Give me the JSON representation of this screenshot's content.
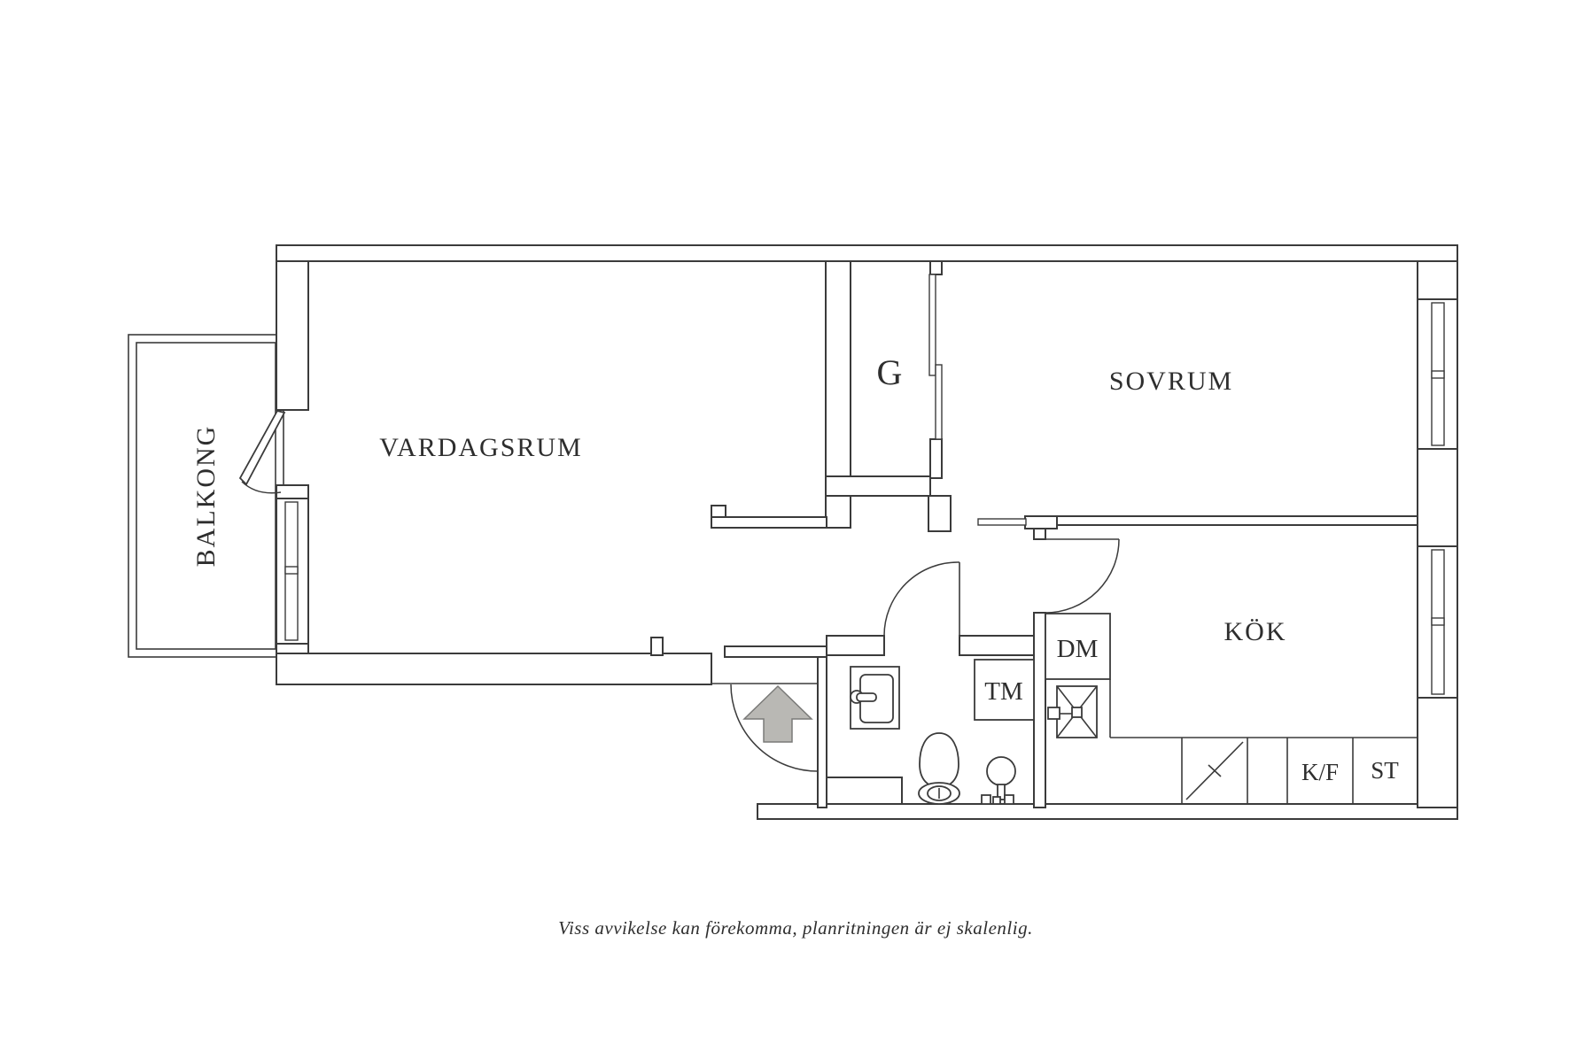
{
  "floorplan": {
    "rooms": {
      "balcony": "BALKONG",
      "living_room": "VARDAGSRUM",
      "closet": "G",
      "bedroom": "SOVRUM",
      "kitchen": "KÖK"
    },
    "appliances": {
      "dishwasher": "DM",
      "washing_machine": "TM",
      "fridge_freezer": "K/F",
      "pantry": "ST"
    },
    "caption": "Viss avvikelse kan förekomma, planritningen är ej skalenlig.",
    "colors": {
      "line": "#3b3b3b",
      "arrow_fill": "#b9b8b4",
      "background": "#ffffff"
    },
    "icons": [
      "entrance-arrow-icon",
      "toilet-icon",
      "washbasin-icon",
      "floor-fixture-icon",
      "kitchen-sink-icon",
      "stove-icon",
      "window-icon",
      "door-swing-icon",
      "sliding-door-icon"
    ]
  }
}
